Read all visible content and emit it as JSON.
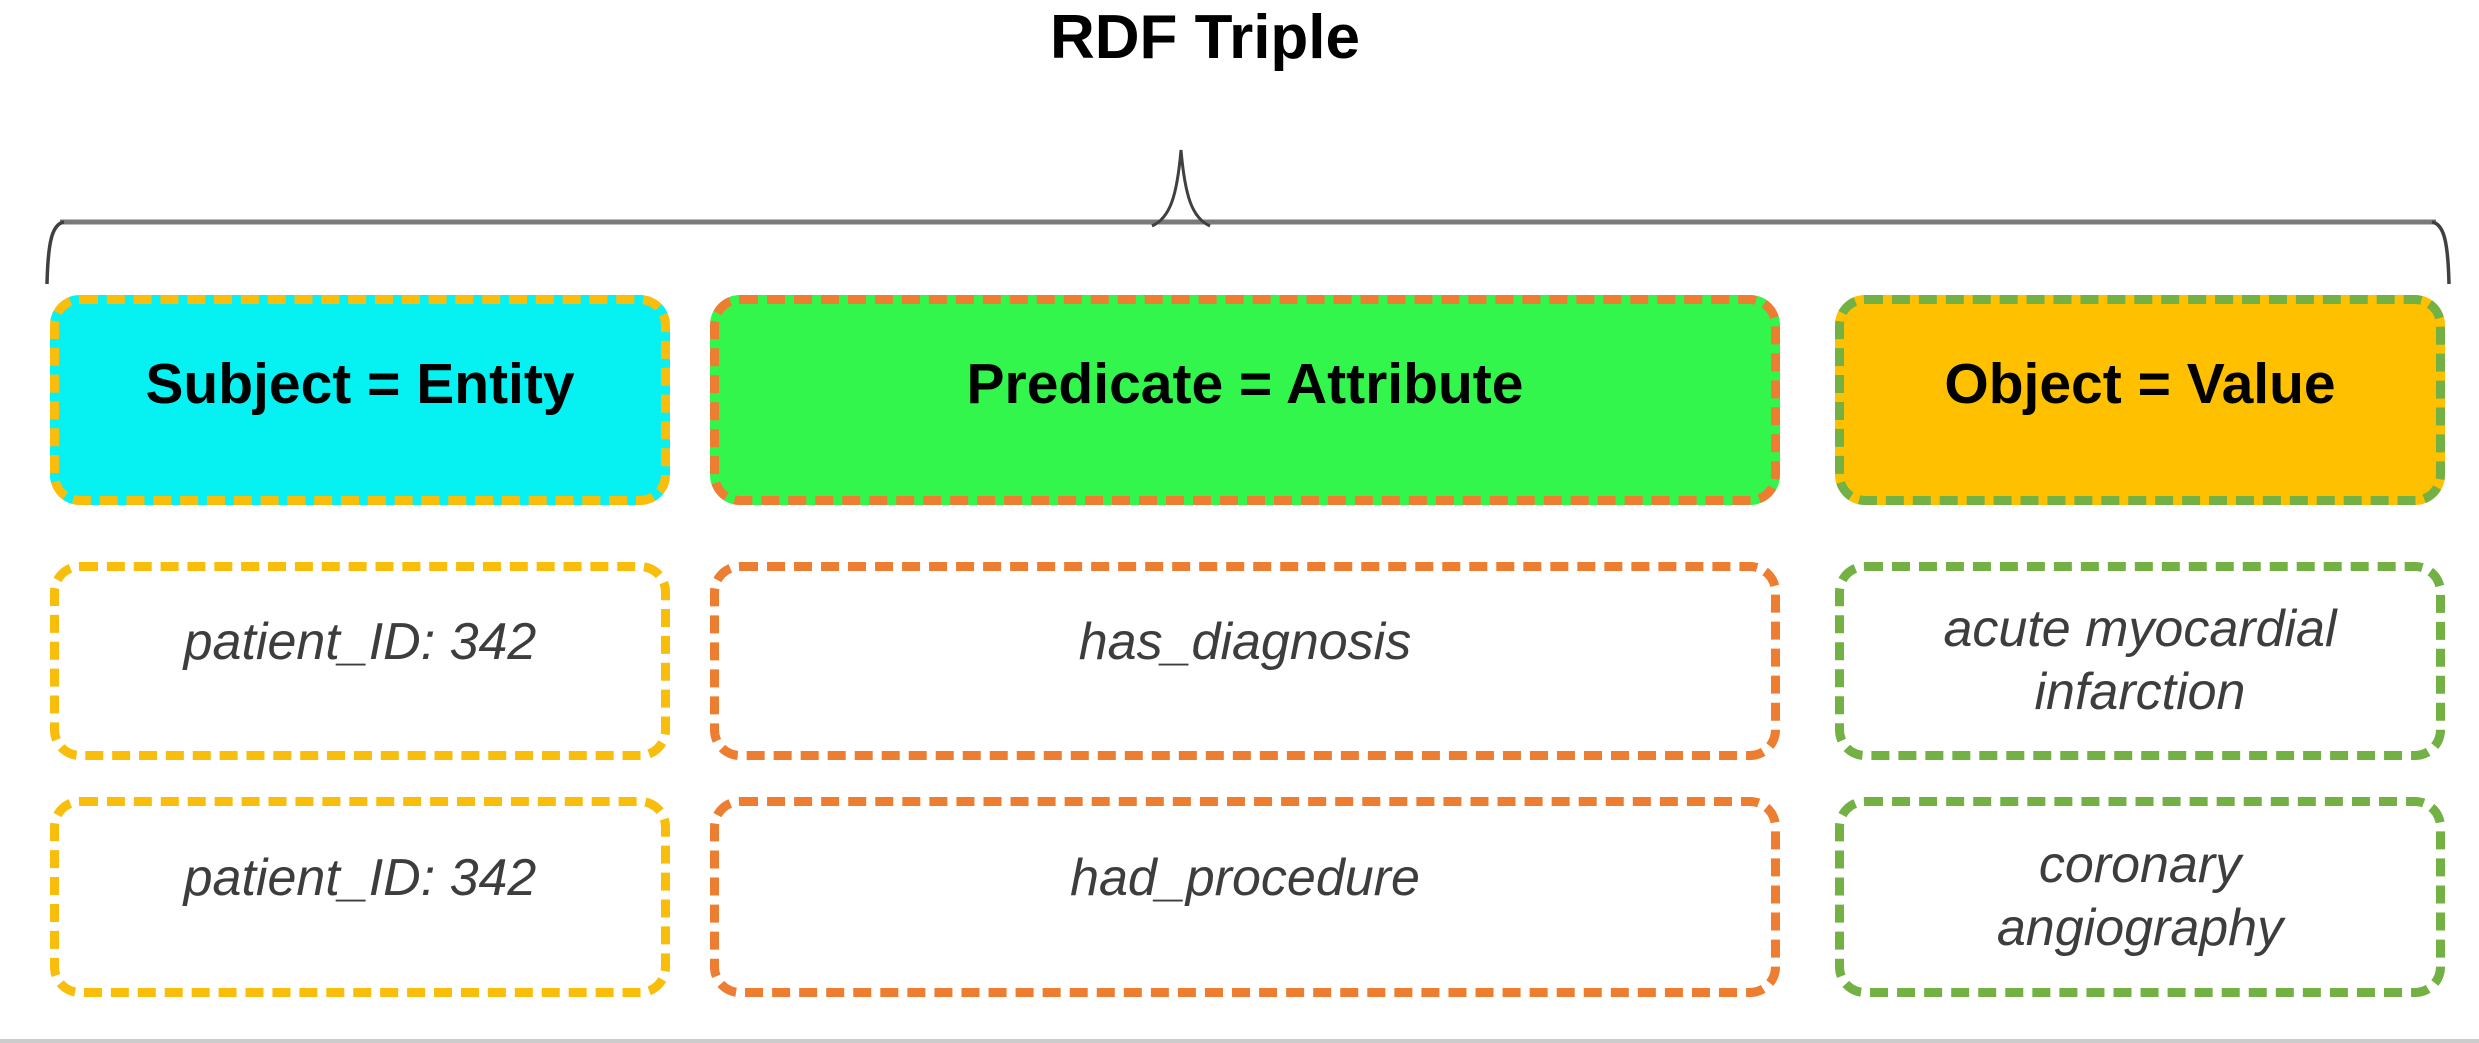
{
  "diagram": {
    "title": "RDF Triple",
    "columns": [
      {
        "id": "subject",
        "header": "Subject = Entity",
        "header_fill": "#06f2f2",
        "border_color": "#f9be0b",
        "cells": [
          "patient_ID: 342",
          "patient_ID: 342"
        ]
      },
      {
        "id": "predicate",
        "header": "Predicate = Attribute",
        "header_fill": "#33f64d",
        "border_color": "#ed7d31",
        "cells": [
          "has_diagnosis",
          "had_procedure"
        ]
      },
      {
        "id": "object",
        "header": "Object = Value",
        "header_fill": "#ffc000",
        "border_color": "#74b144",
        "cells": [
          "acute myocardial\ninfarction",
          "coronary\nangiography"
        ]
      }
    ],
    "brace_colors": {
      "line": "#7a7a7a",
      "hooks": "#404040"
    }
  }
}
